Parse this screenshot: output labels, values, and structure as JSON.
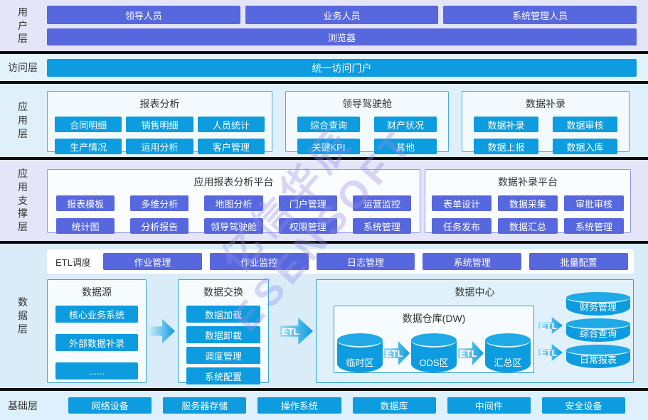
{
  "watermark": {
    "line1": "亿信华辰",
    "line2": "ESENSOFT"
  },
  "palette": {
    "accent_purple": "#5767de",
    "accent_cyan": "#0c9cdf",
    "band_lavender": "#e4e5f8",
    "band_lightblue": "#dff0fa",
    "divider": "#0b0b0b"
  },
  "user_layer": {
    "label": "用户层",
    "roles": [
      "领导人员",
      "业务人员",
      "系统管理人员"
    ],
    "browser": "浏览器"
  },
  "access_layer": {
    "label": "访问层",
    "portal": "统一访问门户"
  },
  "app_layer": {
    "label": "应用层",
    "groups": [
      {
        "title": "报表分析",
        "items": [
          "合同明细",
          "销售明细",
          "人员统计",
          "生产情况",
          "运用分析",
          "客户管理"
        ]
      },
      {
        "title": "领导驾驶舱",
        "items": [
          "综合查询",
          "财产状况",
          "关键KPI",
          "其他"
        ]
      },
      {
        "title": "数据补录",
        "items": [
          "数据补录",
          "数据审核",
          "数据上报",
          "数据入库"
        ]
      }
    ]
  },
  "support_layer": {
    "label": "应用支撑层",
    "groups": [
      {
        "title": "应用报表分析平台",
        "items": [
          "报表模板",
          "多维分析",
          "地图分析",
          "门户管理",
          "运营监控",
          "统计图",
          "分析报告",
          "领导驾驶舱",
          "权限管理",
          "系统管理"
        ]
      },
      {
        "title": "数据补录平台",
        "items": [
          "表单设计",
          "数据采集",
          "审批审核",
          "任务发布",
          "数据汇总",
          "系统管理"
        ]
      }
    ]
  },
  "data_layer": {
    "label": "数据层",
    "etl_text": "ETL",
    "etl_schedule": {
      "label": "ETL调度",
      "items": [
        "作业管理",
        "作业监控",
        "日志管理",
        "系统管理",
        "批量配置"
      ]
    },
    "data_source": {
      "title": "数据源",
      "items": [
        "核心业务系统",
        "外部数据补录",
        "......"
      ]
    },
    "data_exchange": {
      "title": "数据交换",
      "items": [
        "数据加载",
        "数据卸载",
        "调度管理",
        "系统配置"
      ]
    },
    "data_center": {
      "title": "数据中心",
      "warehouse": {
        "title": "数据仓库(DW)",
        "zones": [
          "临时区",
          "ODS区",
          "汇总区"
        ]
      },
      "outputs": [
        "财务管理",
        "综合查询",
        "日常报表"
      ]
    }
  },
  "base_layer": {
    "label": "基础层",
    "items": [
      "网络设备",
      "服务器存储",
      "操作系统",
      "数据库",
      "中间件",
      "安全设备"
    ]
  }
}
